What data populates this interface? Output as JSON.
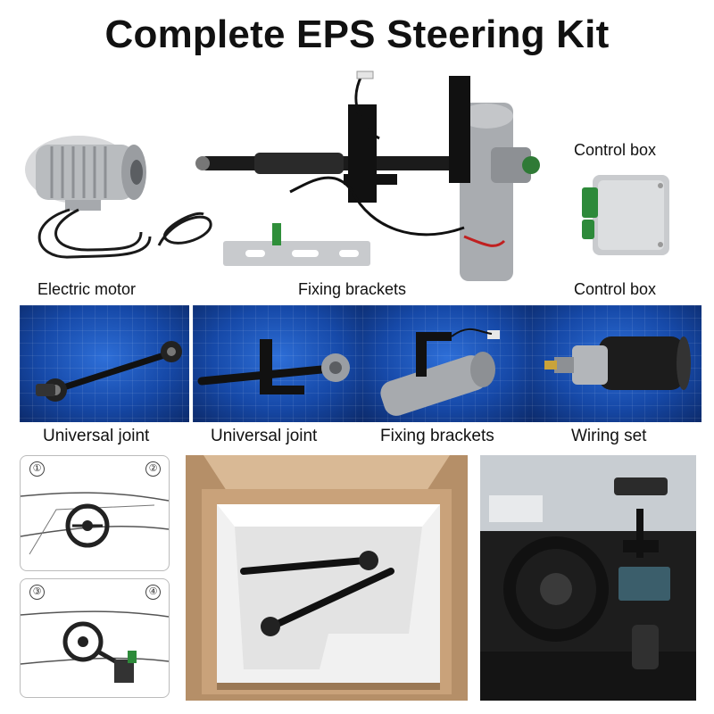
{
  "title": "Complete EPS Steering Kit",
  "top_labels": {
    "control_box_header": "Control box",
    "electric_motor": "Electric motor",
    "fixing_brackets": "Fixing brackets",
    "control_box": "Control box"
  },
  "tiles": [
    {
      "label": "Universal joint"
    },
    {
      "label": "Universal joint"
    },
    {
      "label": "Fixing brackets"
    },
    {
      "label": "Wiring set"
    }
  ],
  "steps": [
    "①",
    "②",
    "③",
    "④"
  ],
  "colors": {
    "tile_blue": "#1649a8",
    "motor_silver": "#b9bcbf",
    "column_black": "#1b1b1b",
    "cardboard": "#c9a27a"
  }
}
